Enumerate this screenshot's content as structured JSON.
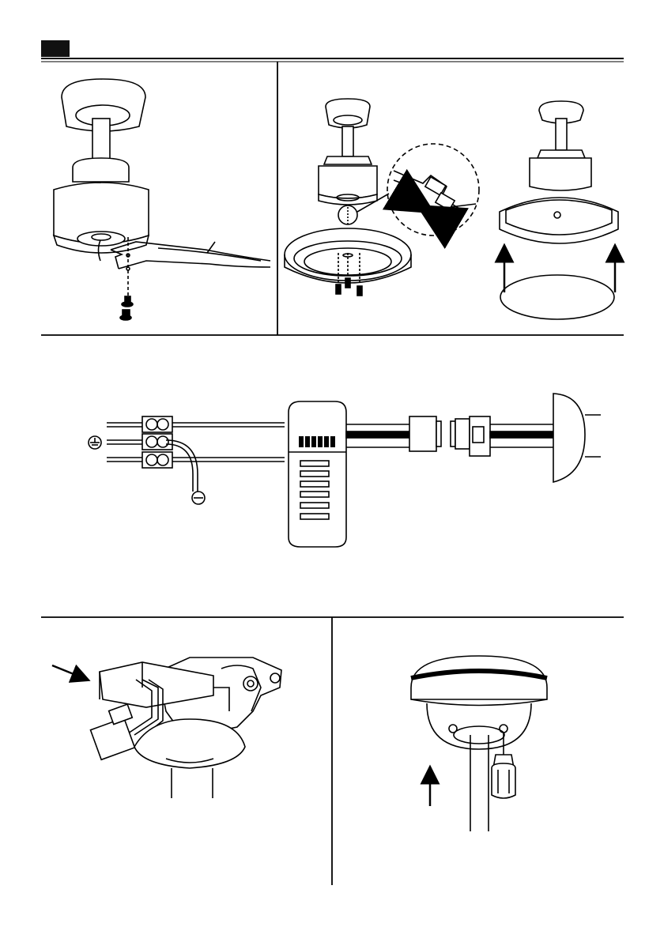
{
  "colors": {
    "ink": "#000000",
    "paper": "#ffffff",
    "tab": "#111111"
  },
  "header": {
    "tab_label": ""
  },
  "panels": [
    {
      "id": "blade-attach",
      "icons": [
        "fan-motor-icon",
        "fan-blade-icon",
        "screw-icon"
      ]
    },
    {
      "id": "light-kit-connect",
      "icons": [
        "connector-plug-icon",
        "arrow-icon",
        "glass-shade-icon"
      ]
    },
    {
      "id": "wiring",
      "icons": [
        "ground-symbol-icon",
        "terminal-block-icon",
        "receiver-module-icon",
        "plug-connector-icon",
        "canopy-icon"
      ]
    },
    {
      "id": "receiver-into-bracket",
      "icons": [
        "mounting-bracket-icon",
        "receiver-icon",
        "arrow-icon"
      ]
    },
    {
      "id": "canopy-secure",
      "icons": [
        "canopy-icon",
        "downrod-icon",
        "screwdriver-icon",
        "arrow-up-icon"
      ]
    }
  ]
}
